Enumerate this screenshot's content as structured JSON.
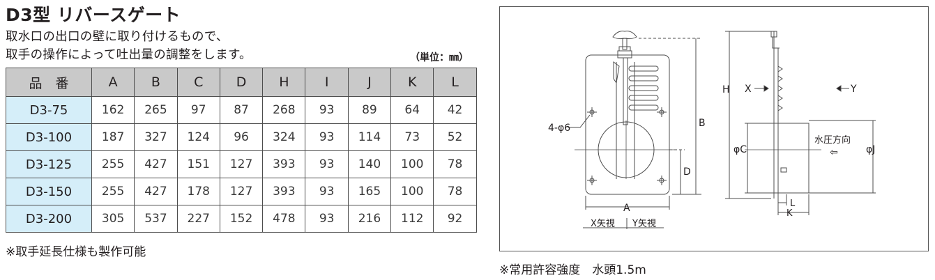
{
  "title": "D3型 リバースゲート",
  "description": [
    "取水口の出口の壁に取り付けるもので、",
    "取手の操作によって吐出量の調整をします。"
  ],
  "unit_label": "（単位：㎜）",
  "table": {
    "headers": [
      "品　番",
      "A",
      "B",
      "C",
      "D",
      "H",
      "I",
      "J",
      "K",
      "L"
    ],
    "rows": [
      [
        "D3-75",
        "162",
        "265",
        "97",
        "87",
        "268",
        "93",
        "89",
        "64",
        "42"
      ],
      [
        "D3-100",
        "187",
        "327",
        "124",
        "96",
        "324",
        "93",
        "114",
        "73",
        "52"
      ],
      [
        "D3-125",
        "255",
        "427",
        "151",
        "127",
        "393",
        "93",
        "140",
        "100",
        "78"
      ],
      [
        "D3-150",
        "255",
        "427",
        "178",
        "127",
        "393",
        "93",
        "165",
        "100",
        "78"
      ],
      [
        "D3-200",
        "305",
        "537",
        "227",
        "152",
        "478",
        "93",
        "216",
        "112",
        "92"
      ]
    ]
  },
  "note_left": "※取手延長仕様も製作可能",
  "note_right": "※常用許容強度　水頭1.5m",
  "drawing": {
    "labels": {
      "holes": "4-φ6",
      "A": "A",
      "B": "B",
      "D": "D",
      "x_view": "X矢視",
      "y_view": "Y矢視",
      "H": "H",
      "X": "X",
      "Y": "Y",
      "C": "φC",
      "J": "φJ",
      "pressure": "水圧方向",
      "pressure_arrow": "⇦",
      "L": "L",
      "K": "K"
    }
  },
  "colors": {
    "header_bg": "#c9c9c9",
    "model_bg": "#d5eef9",
    "line": "#4d4d4d"
  }
}
